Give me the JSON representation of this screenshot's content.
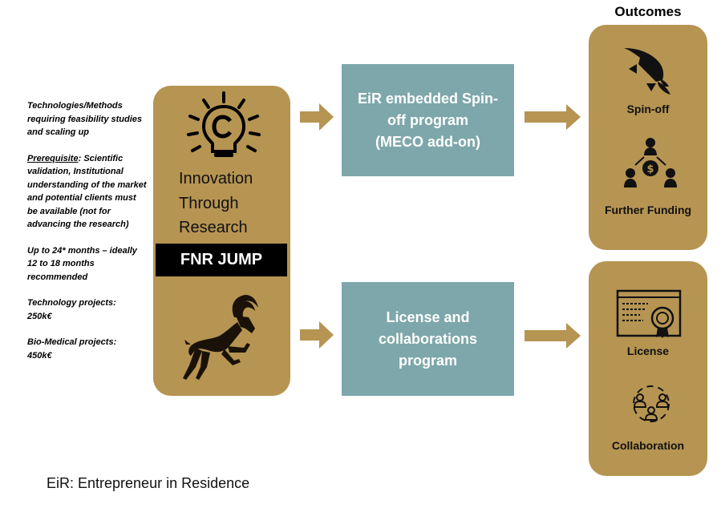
{
  "outcomes_title": "Outcomes",
  "left_description": {
    "line1": "Technologies/Methods requiring feasibility studies and scaling up",
    "prereq_label": "Prerequisite",
    "prereq_text": ": Scientific validation, Institutional understanding of the market and potential clients must be available (not for advancing the research)",
    "duration": "Up to 24* months – ideally 12 to 18 months recommended",
    "tech_label": "Technology projects:",
    "tech_value": "250k€",
    "bio_label": "Bio-Medical projects:",
    "bio_value": "450k€"
  },
  "center": {
    "title_line1": "Innovation",
    "title_line2": "Through",
    "title_line3": "Research",
    "program": "FNR JUMP",
    "top_icon": "lightbulb-copyright-icon",
    "bottom_icon": "ibex-icon"
  },
  "programs": {
    "spinoff": {
      "line1": "EiR embedded Spin-",
      "line2": "off program",
      "line3": "(MECO add-on)"
    },
    "license": {
      "line1": "License and",
      "line2": "collaborations",
      "line3": "program"
    }
  },
  "outcomes": {
    "spinoff": {
      "label": "Spin-off",
      "icon": "rocket-icon"
    },
    "funding": {
      "label": "Further Funding",
      "icon": "investors-icon"
    },
    "license": {
      "label": "License",
      "icon": "certificate-icon"
    },
    "collaboration": {
      "label": "Collaboration",
      "icon": "collaboration-icon"
    }
  },
  "footnote": "EiR: Entrepreneur in Residence",
  "colors": {
    "gold": "#b69452",
    "teal": "#7da7ab",
    "black": "#000000"
  }
}
